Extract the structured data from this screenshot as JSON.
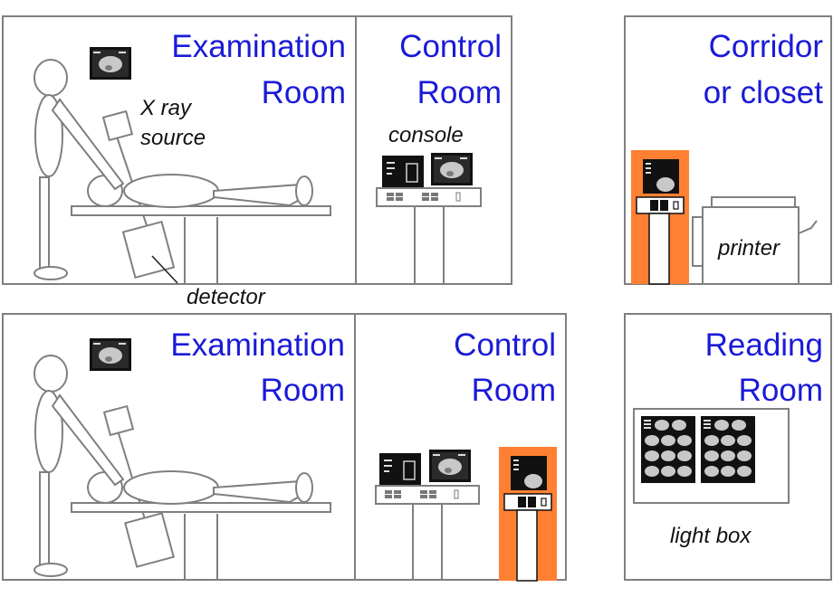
{
  "top_row": {
    "exam_room": {
      "title_line1": "Examination",
      "title_line2": "Room"
    },
    "control_room": {
      "title_line1": "Control",
      "title_line2": "Room"
    },
    "corridor": {
      "title_line1": "Corridor",
      "title_line2": "or closet"
    },
    "labels": {
      "xray_line1": "X ray",
      "xray_line2": "source",
      "detector": "detector",
      "console": "console",
      "printer": "printer"
    }
  },
  "bottom_row": {
    "exam_room": {
      "title_line1": "Examination",
      "title_line2": "Room"
    },
    "control_room": {
      "title_line1": "Control",
      "title_line2": "Room"
    },
    "reading_room": {
      "title_line1": "Reading",
      "title_line2": "Room"
    },
    "labels": {
      "light_box": "light box"
    }
  },
  "colors": {
    "title": "#1a1ad8",
    "room_border": "#7f7f7f",
    "printer_station": "#ff8033",
    "monitor": "#111111"
  }
}
